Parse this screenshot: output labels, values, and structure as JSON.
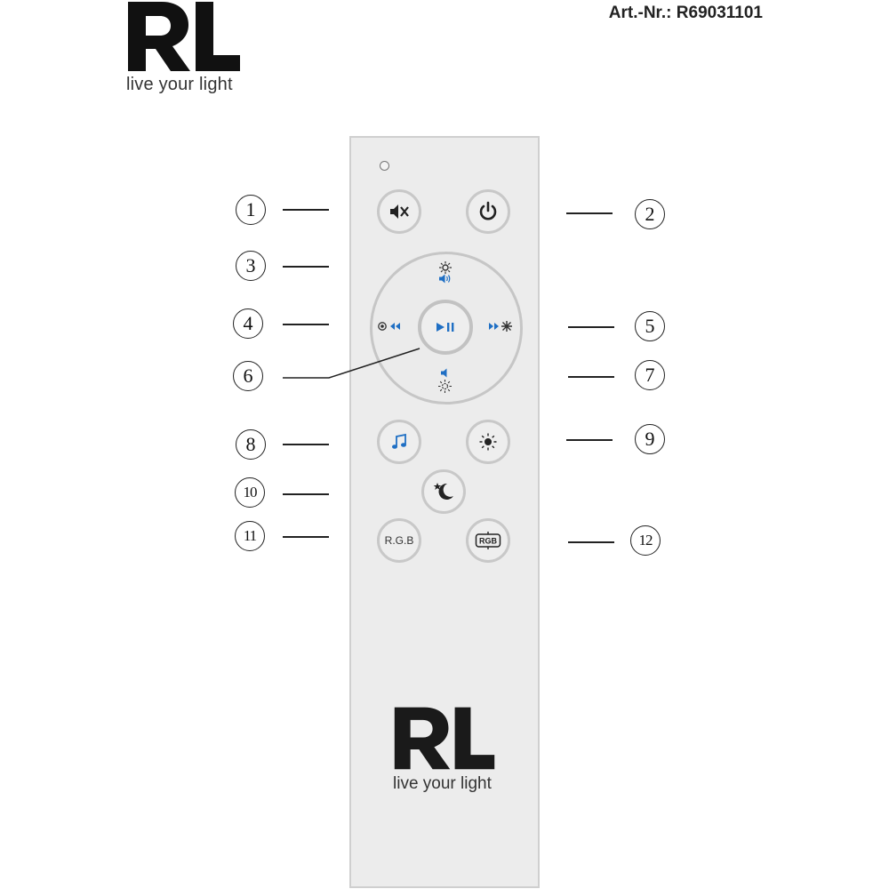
{
  "header": {
    "logo_tagline": "live your light",
    "article_number": "Art.-Nr.: R69031101"
  },
  "remote": {
    "logo_tagline": "live your light",
    "rgb_button_label": "R.G.B",
    "rgb_cycle_label": "RGB"
  },
  "callouts": [
    "1",
    "2",
    "3",
    "4",
    "5",
    "6",
    "7",
    "8",
    "9",
    "10",
    "11",
    "12"
  ],
  "icons": {
    "mute": "speaker-mute-icon",
    "power": "power-icon",
    "brightness_up": "sun-icon",
    "volume_up": "volume-up-icon",
    "previous": "rewind-icon",
    "next": "fast-forward-icon",
    "play_pause": "play-pause-icon",
    "volume_down": "volume-down-icon",
    "brightness_down": "dim-sun-icon",
    "music": "music-note-icon",
    "light": "light-icon",
    "night": "moon-star-icon"
  },
  "colors": {
    "accent_blue": "#1f6fc4",
    "remote_body": "#ececec",
    "button_ring": "#c8c8c8"
  }
}
